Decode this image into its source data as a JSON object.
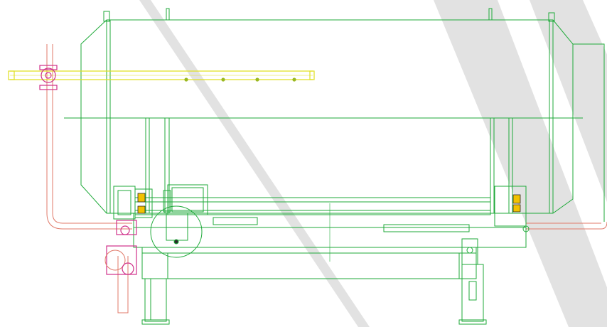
{
  "drawing": {
    "colors": {
      "frame": "#1faa3a",
      "frame_light": "#33cc4a",
      "shaft": "#e0e020",
      "shaft_detail": "#9ab820",
      "pipe": "#e07a6a",
      "fitting": "#d0308a",
      "bearing_fill": "#f2c200",
      "watermark": "#e2e2e2",
      "outline_dark": "#2a2a2a"
    },
    "components": [
      "band-saw-housing",
      "upper-cover",
      "center-line",
      "left-wheel-guard",
      "right-wheel-guard",
      "drive-motor",
      "feed-shaft",
      "hydraulic-pipe",
      "pipe-fitting",
      "base-frame",
      "left-leg",
      "right-leg",
      "carriage-rail",
      "bearing-left",
      "bearing-right",
      "watermark-band"
    ]
  }
}
